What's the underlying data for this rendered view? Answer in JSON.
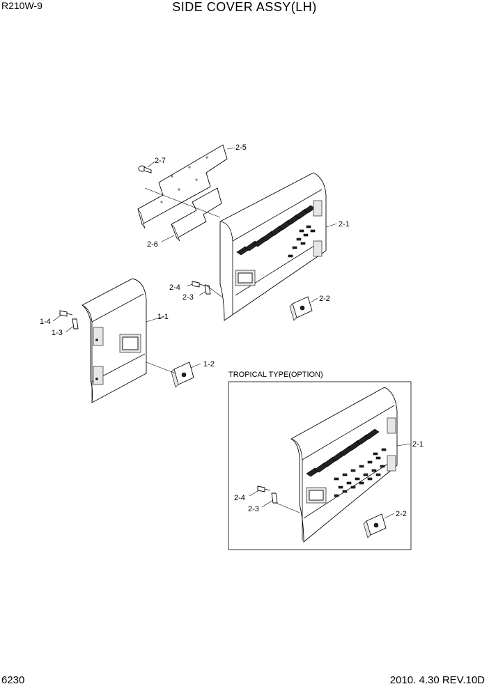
{
  "header": {
    "model": "R210W-9",
    "title": "SIDE COVER ASSY(LH)"
  },
  "footer": {
    "page": "6230",
    "date_rev": "2010. 4.30  REV.10D"
  },
  "inset": {
    "caption": "TROPICAL TYPE(OPTION)"
  },
  "callouts": {
    "p1_1": "1-1",
    "p1_2": "1-2",
    "p1_3": "1-3",
    "p1_4": "1-4",
    "p2_1": "2-1",
    "p2_2": "2-2",
    "p2_3": "2-3",
    "p2_4": "2-4",
    "p2_5": "2-5",
    "p2_6": "2-6",
    "p2_7": "2-7",
    "t2_1": "2-1",
    "t2_2": "2-2",
    "t2_3": "2-3",
    "t2_4": "2-4"
  }
}
